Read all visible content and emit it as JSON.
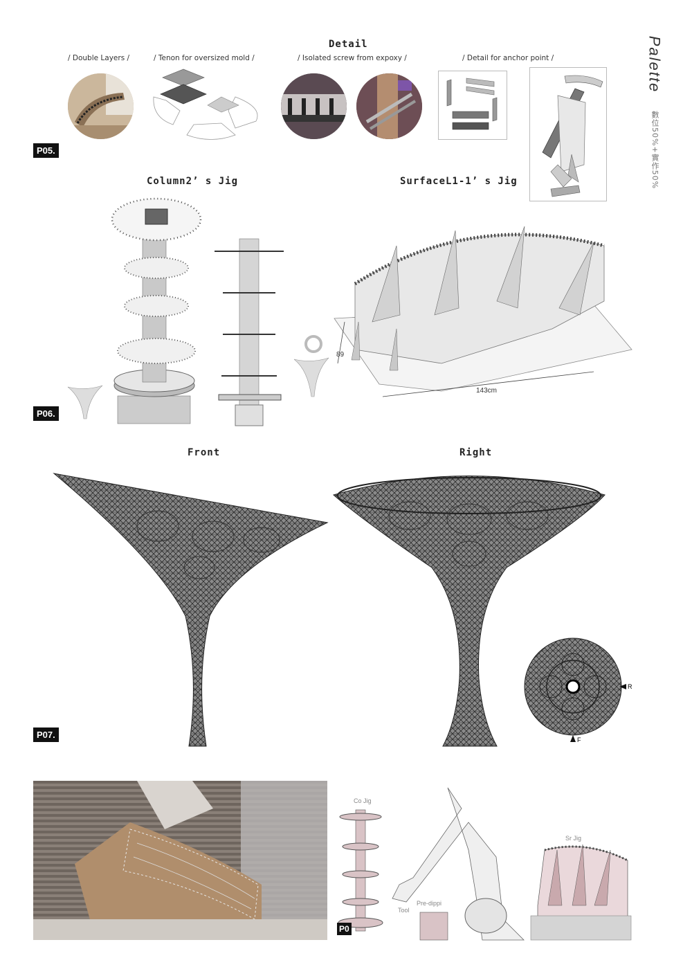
{
  "brand": {
    "title": "Palette",
    "subtitle": "數位50%+實作50%"
  },
  "p05": {
    "code": "P05.",
    "title": "Detail",
    "captions": [
      "/ Double Layers /",
      "/ Tenon for oversized mold /",
      "/ Isolated screw from expoxy /",
      "/ Detail for anchor point /"
    ]
  },
  "p06": {
    "code": "P06.",
    "column_title": "Column2’ s Jig",
    "surface_title": "SurfaceL1-1’ s Jig",
    "dim_width": "143cm",
    "dim_depth": "89"
  },
  "p07": {
    "code": "P07.",
    "front_title": "Front",
    "right_title": "Right",
    "marker_r": "R",
    "marker_f": "F"
  },
  "p08": {
    "code": "P0",
    "co_jig": "Co Jig",
    "sr_jig": "Sr Jig",
    "tool": "Tool",
    "pre_dipping": "Pre-dippi"
  },
  "colors": {
    "jig_pink": "#d9c3c6",
    "mesh_dark": "#2a2a2a",
    "label_bg": "#111111"
  }
}
